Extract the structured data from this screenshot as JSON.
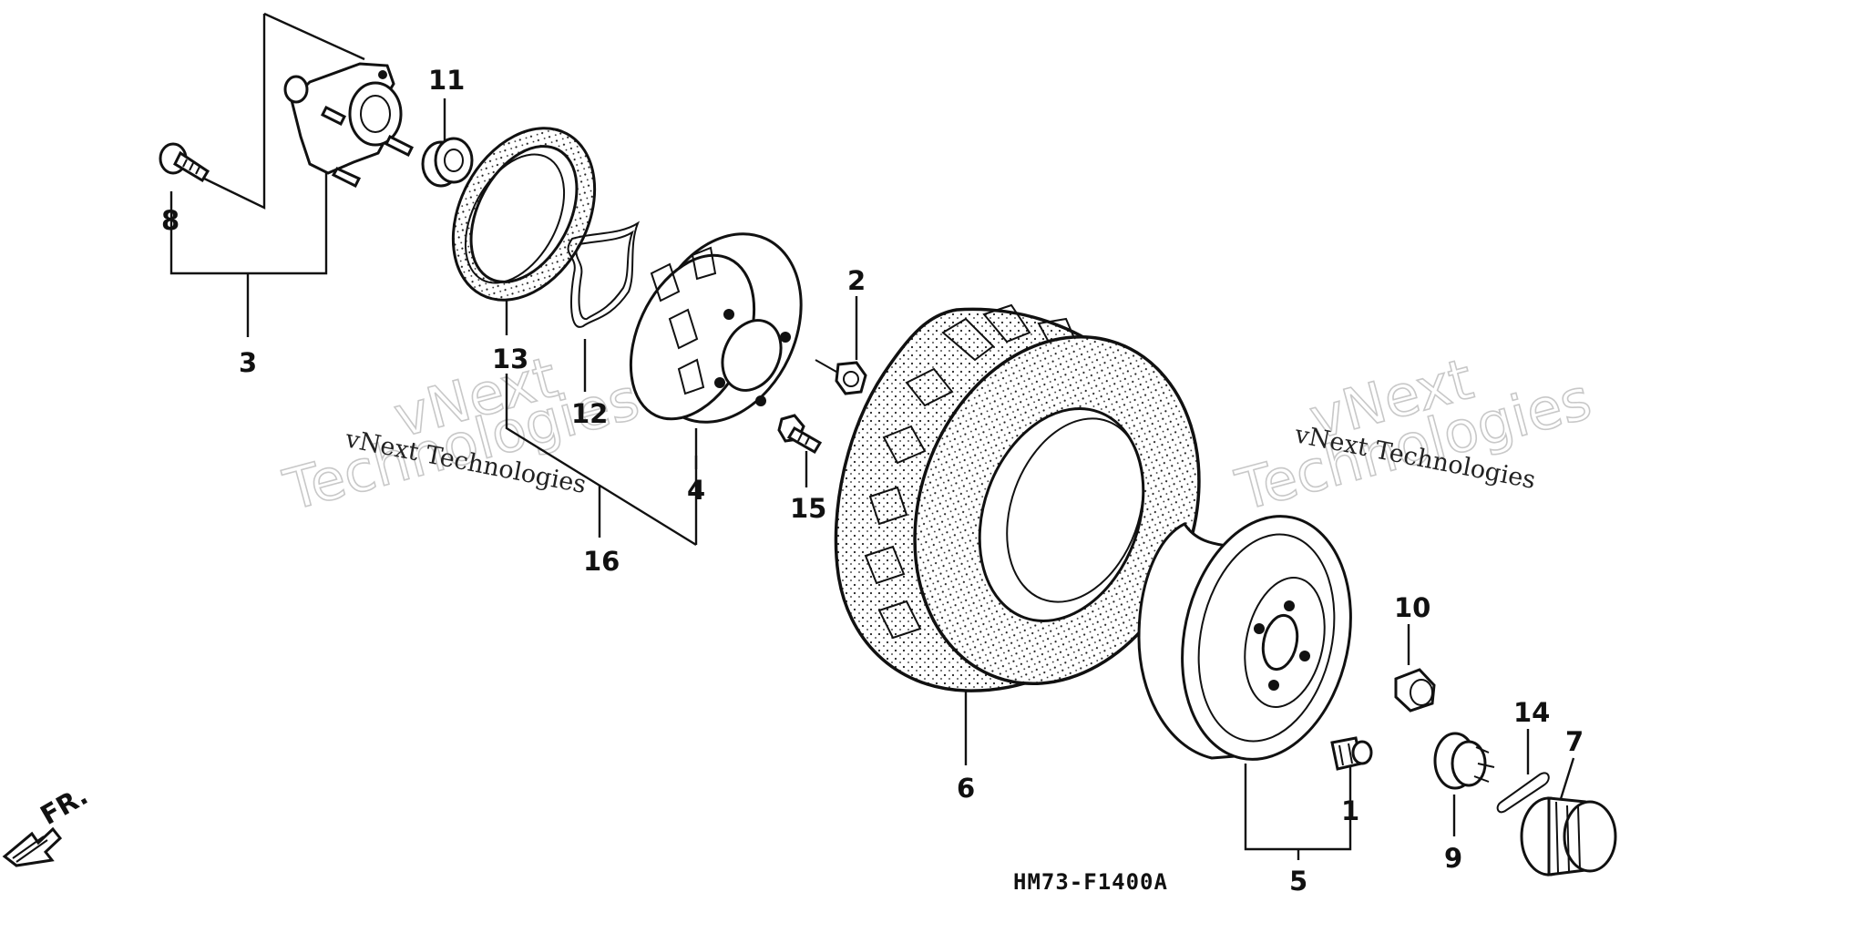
{
  "diagram_code": "HM73-F1400A",
  "direction_label": "FR.",
  "watermark": {
    "line1": "vNext",
    "line2": "Technologies",
    "small": "vNext Technologies"
  },
  "callouts": [
    {
      "id": "c1",
      "label": "1",
      "part": "valve"
    },
    {
      "id": "c2",
      "label": "2",
      "part": "bolt-small"
    },
    {
      "id": "c3",
      "label": "3",
      "part": "front-hub-assembly"
    },
    {
      "id": "c4",
      "label": "4",
      "part": "brake-drum"
    },
    {
      "id": "c5",
      "label": "5",
      "part": "wheel-assembly"
    },
    {
      "id": "c6",
      "label": "6",
      "part": "tire"
    },
    {
      "id": "c7",
      "label": "7",
      "part": "hub-cap"
    },
    {
      "id": "c8",
      "label": "8",
      "part": "stud-bolt"
    },
    {
      "id": "c9",
      "label": "9",
      "part": "castle-nut"
    },
    {
      "id": "c10",
      "label": "10",
      "part": "wheel-nut"
    },
    {
      "id": "c11",
      "label": "11",
      "part": "bearing"
    },
    {
      "id": "c12",
      "label": "12",
      "part": "o-ring"
    },
    {
      "id": "c13",
      "label": "13",
      "part": "seal"
    },
    {
      "id": "c14",
      "label": "14",
      "part": "cotter-pin"
    },
    {
      "id": "c15",
      "label": "15",
      "part": "flange-bolt"
    },
    {
      "id": "c16",
      "label": "16",
      "part": "brake-drum-assembly"
    }
  ]
}
